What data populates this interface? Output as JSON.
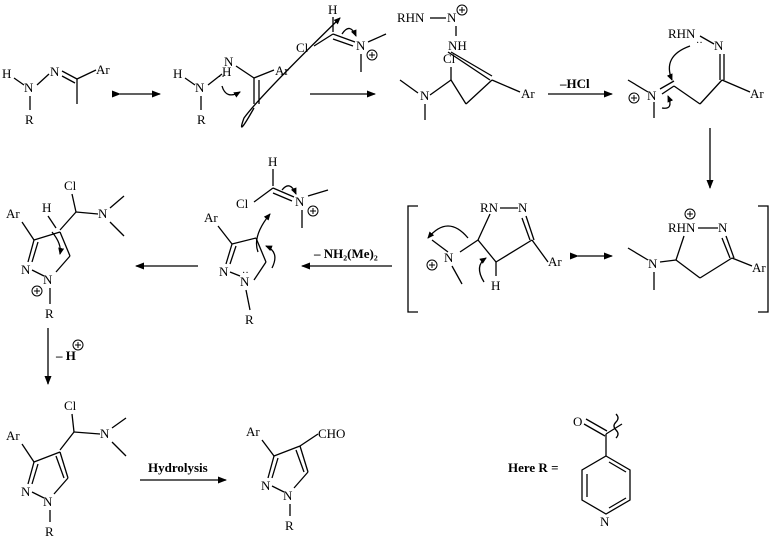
{
  "atoms": {
    "H": "H",
    "N": "N",
    "NH": "NH",
    "R": "R",
    "Ar": "Ar",
    "Cl": "Cl",
    "RHN": "RHN",
    "RN": "RN",
    "RHN_ring": "RHN",
    "O": "O",
    "CHO": "CHO"
  },
  "conditions": {
    "minus_hcl": "–HCl",
    "minus_nhme2": "– NH₂(Me)₂",
    "minus_h": "– H",
    "hydrolysis": "Hydrolysis"
  },
  "legend": {
    "here_r": "Here R ="
  }
}
